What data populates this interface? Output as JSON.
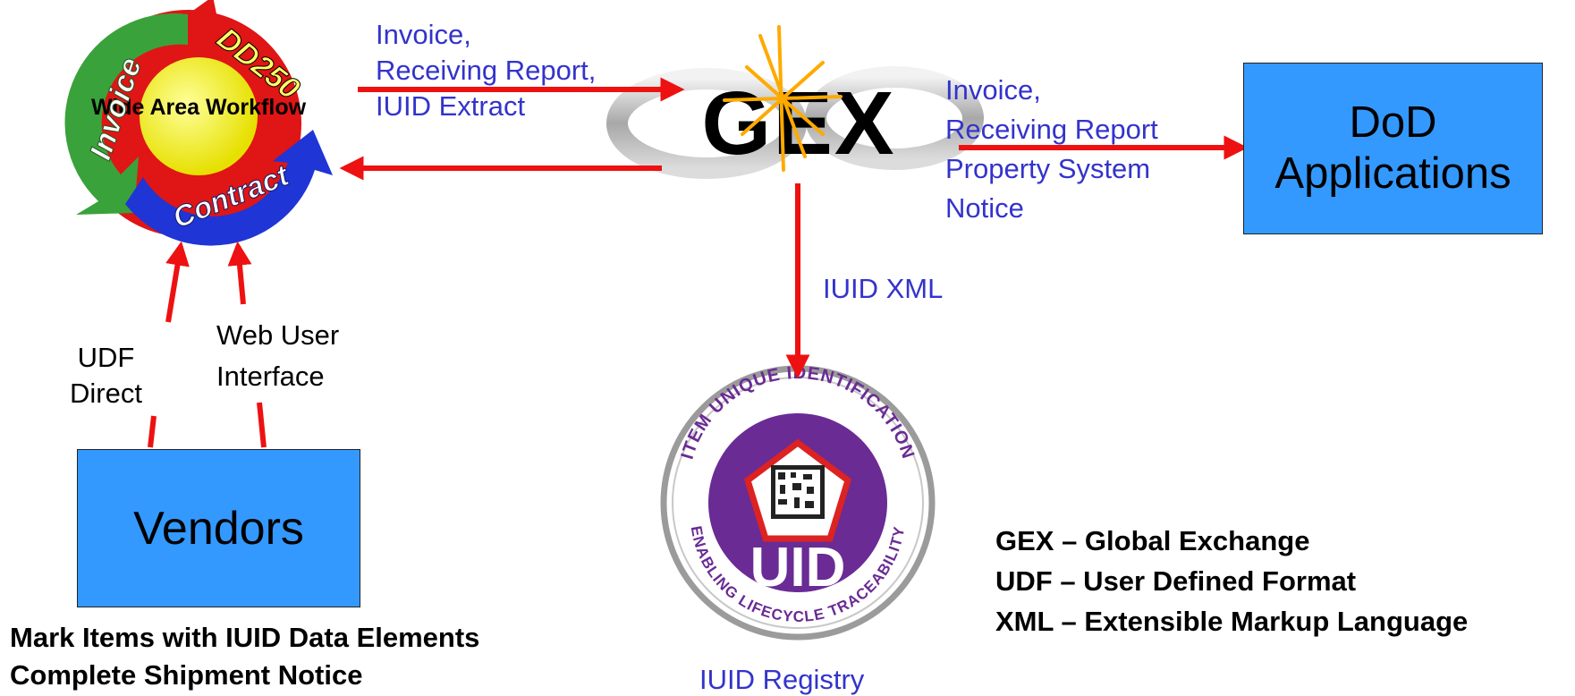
{
  "wawf_logo": {
    "center_text": "Wide Area Workflow",
    "arc_labels": [
      "DD250",
      "Invoice",
      "Contract"
    ]
  },
  "gex_logo": {
    "text": "GEX"
  },
  "uid_seal": {
    "ring_top": "ITEM UNIQUE IDENTIFICATION",
    "ring_bottom": "ENABLING LIFECYCLE TRACEABILITY",
    "center": "UID"
  },
  "boxes": {
    "vendors": "Vendors",
    "dod_line1": "DoD",
    "dod_line2": "Applications"
  },
  "labels": {
    "to_gex": [
      "Invoice,",
      "Receiving Report,",
      "IUID Extract"
    ],
    "to_dod": [
      "Invoice,",
      "Receiving Report",
      "Property System",
      "Notice"
    ],
    "iuid_xml": "IUID XML",
    "udf_direct": [
      "UDF",
      "Direct"
    ],
    "web_user": [
      "Web User",
      "Interface"
    ],
    "iuid_registry": "IUID Registry"
  },
  "vendor_notes": [
    "Mark Items with IUID Data Elements",
    "Complete Shipment Notice"
  ],
  "legend": [
    "GEX – Global Exchange",
    "UDF – User Defined Format",
    "XML – Extensible Markup Language"
  ],
  "colors": {
    "arrow": "#ee1111",
    "box": "#3399ff",
    "label_blue": "#3333cc",
    "uid_purple": "#6a2b94"
  }
}
